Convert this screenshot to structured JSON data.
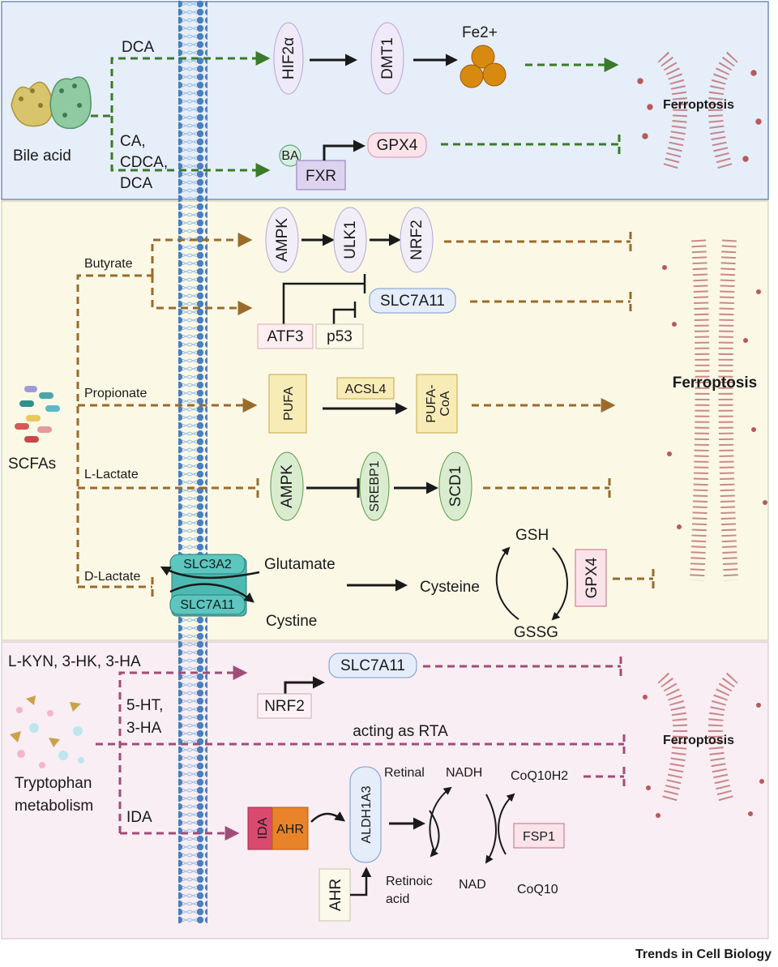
{
  "panels": {
    "bile": {
      "source": "Bile acid",
      "route_dca": "DCA",
      "route_ca": [
        "CA,",
        "CDCA,",
        "DCA"
      ],
      "hif2a": "HIF2α",
      "dmt1": "DMT1",
      "fe": "Fe2+",
      "ba": "BA",
      "fxr": "FXR",
      "gpx4": "GPX4",
      "outcome": "Ferroptosis"
    },
    "scfa": {
      "source": "SCFAs",
      "butyrate": "Butyrate",
      "ampk": "AMPK",
      "ulk1": "ULK1",
      "nrf2": "NRF2",
      "slc7a11": "SLC7A11",
      "atf3": "ATF3",
      "p53": "p53",
      "propionate": "Propionate",
      "pufa": "PUFA",
      "acsl4": "ACSL4",
      "pufa_coa": [
        "PUFA-",
        "CoA"
      ],
      "l_lactate": "L-Lactate",
      "ampk2": "AMPK",
      "srebp1": "SREBP1",
      "scd1": "SCD1",
      "d_lactate": "D-Lactate",
      "slc3a2": "SLC3A2",
      "slc7a11_transporter": "SLC7A11",
      "glutamate": "Glutamate",
      "cystine": "Cystine",
      "cysteine": "Cysteine",
      "gsh": "GSH",
      "gssg": "GSSG",
      "gpx4": "GPX4",
      "outcome": "Ferroptosis"
    },
    "trp": {
      "source": [
        "Tryptophan",
        "metabolism"
      ],
      "route1": "L-KYN, 3-HK, 3-HA",
      "route2": [
        "5-HT,",
        "3-HA"
      ],
      "route3": "IDA",
      "nrf2": "NRF2",
      "slc7a11": "SLC7A11",
      "rta": "acting as RTA",
      "ida": "IDA",
      "ahr": "AHR",
      "aldh1a3": "ALDH1A3",
      "ahr2": "AHR",
      "retinal": "Retinal",
      "retinoic": [
        "Retinoic",
        "acid"
      ],
      "nadh": "NADH",
      "nad": "NAD",
      "coq10h2": "CoQ10H2",
      "coq10": "CoQ10",
      "fsp1": "FSP1",
      "outcome": "Ferroptosis"
    }
  },
  "footer": {
    "credit": "Trends in Cell Biology"
  },
  "colors": {
    "bile_bg": "#e6eef9",
    "scfa_bg": "#fbf9e6",
    "trp_bg": "#f8eef3",
    "bile_arrow": "#3b7a2a",
    "scfa_arrow": "#9a6b2a",
    "trp_arrow": "#a04d78",
    "membrane": "#4a7fbf",
    "lipid": "#b65a5e"
  }
}
